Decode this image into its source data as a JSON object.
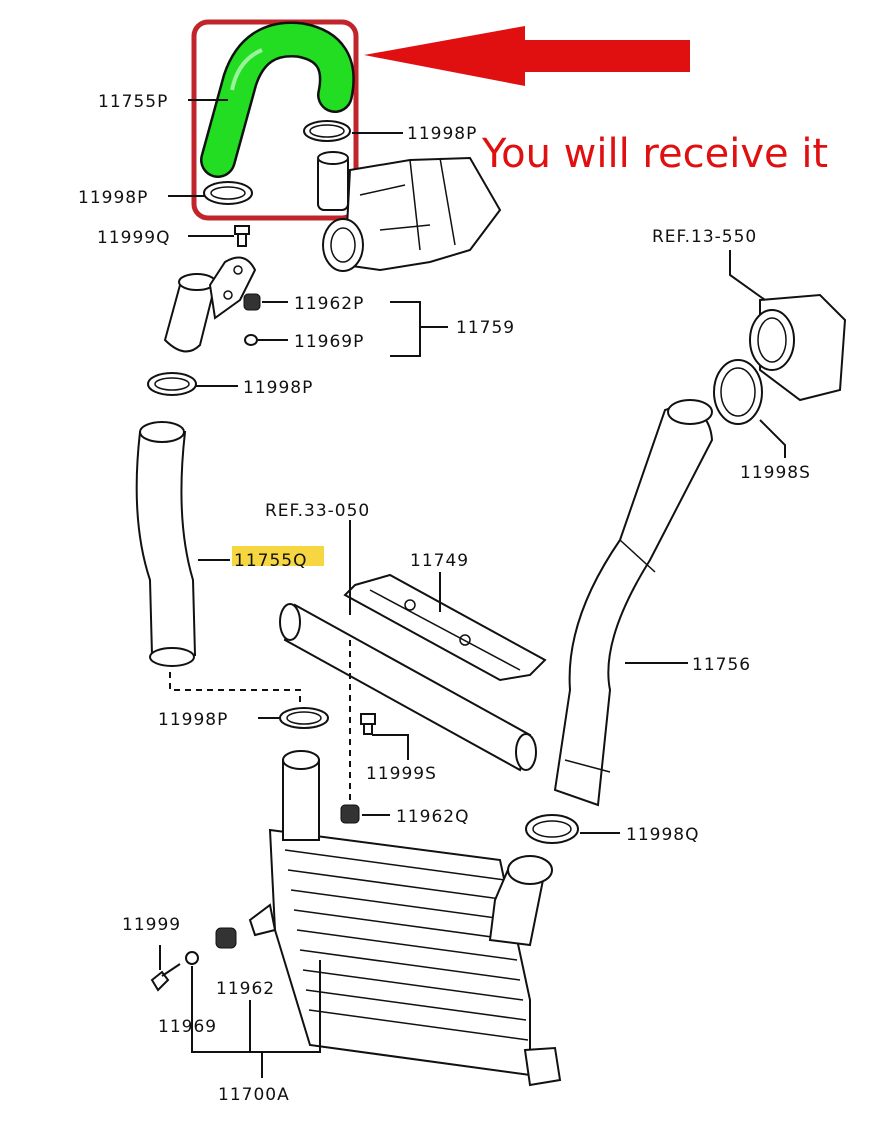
{
  "banner": {
    "text": "You will receive it",
    "color": "#e01010"
  },
  "highlight": {
    "box_color": "#c0252b",
    "arrow_color": "#e01010",
    "hose_color": "#22dd22"
  },
  "labels": {
    "p11755P": "11755P",
    "p11998P_top": "11998P",
    "p11998P_left": "11998P",
    "p11999Q": "11999Q",
    "p11962P": "11962P",
    "p11969P": "11969P",
    "p11759": "11759",
    "p11998P_mid": "11998P",
    "ref13": "REF.13-550",
    "p11998S": "11998S",
    "ref33": "REF.33-050",
    "p11749": "11749",
    "p11755Q": "11755Q",
    "p11756": "11756",
    "p11998P_low": "11998P",
    "p11999S": "11999S",
    "p11962Q": "11962Q",
    "p11998Q": "11998Q",
    "p11999": "11999",
    "p11962": "11962",
    "p11969": "11969",
    "p11700A": "11700A"
  },
  "highlighted_part": "11755Q",
  "highlighted_part_color": "#f5d020"
}
